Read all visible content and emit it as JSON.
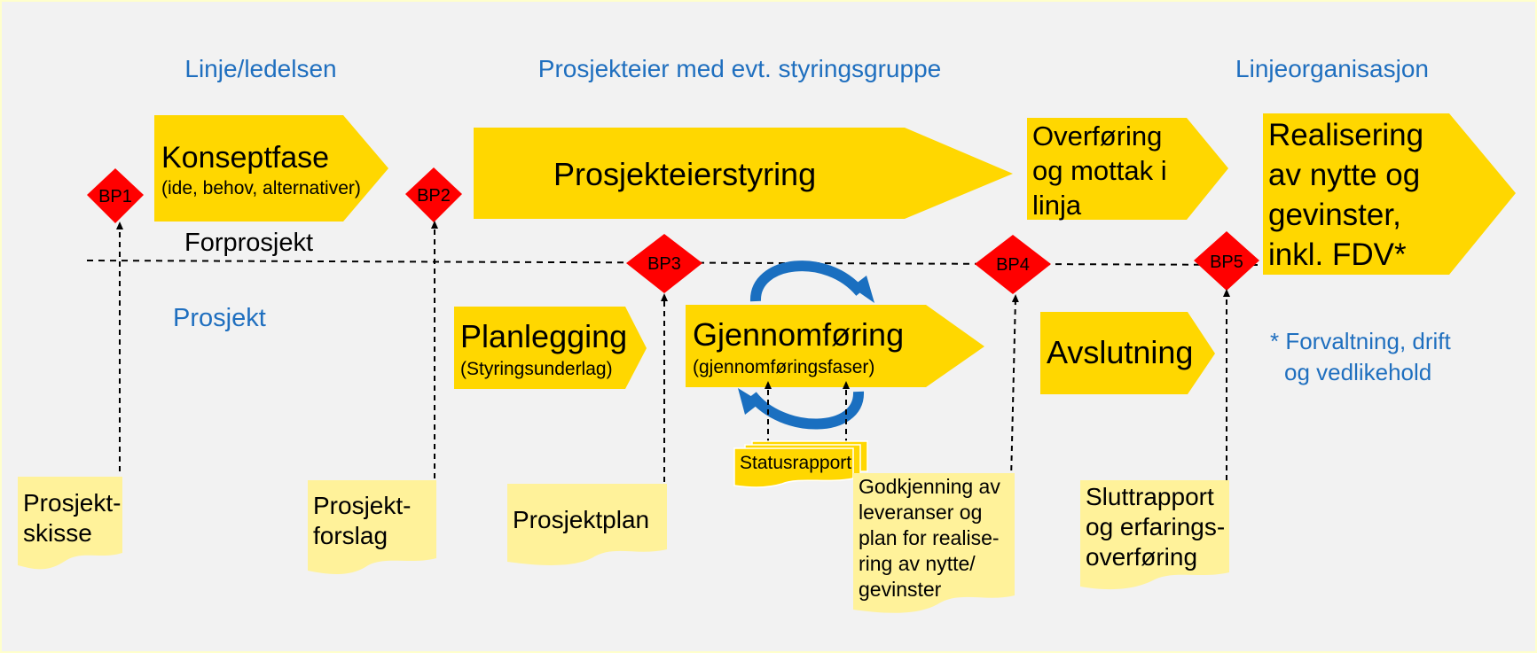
{
  "headers": {
    "line": "Linje/ledelsen",
    "owner": "Prosjekteier med evt. styringsgruppe",
    "org": "Linjeorganisasjon"
  },
  "left_labels": {
    "forprosjekt": "Forprosjekt",
    "prosjekt": "Prosjekt"
  },
  "phases": {
    "konsept": {
      "title": "Konseptfase",
      "sub": "(ide, behov, alternativer)"
    },
    "eierstyring": {
      "title": "Prosjekteierstyring"
    },
    "overforing": {
      "lines": [
        "Overføring",
        "og mottak i",
        "linja"
      ]
    },
    "realisering": {
      "lines": [
        "Realisering",
        "av nytte og",
        "gevinster,",
        "inkl. FDV*"
      ]
    },
    "planlegging": {
      "title": "Planlegging",
      "sub": "(Styringsunderlag)"
    },
    "gjennomforing": {
      "title": "Gjennomføring",
      "sub": "(gjennomføringsfaser)"
    },
    "avslutning": {
      "title": "Avslutning"
    }
  },
  "footnote": {
    "lines": [
      "* Forvaltning, drift",
      "og vedlikehold"
    ]
  },
  "decision_points": [
    "BP1",
    "BP2",
    "BP3",
    "BP4",
    "BP5"
  ],
  "documents": {
    "skisse": {
      "lines": [
        "Prosjekt-",
        "skisse"
      ]
    },
    "forslag": {
      "lines": [
        "Prosjekt-",
        "forslag"
      ]
    },
    "plan": {
      "lines": [
        "Prosjektplan"
      ]
    },
    "status": {
      "lines": [
        "Statusrapport"
      ]
    },
    "godkjenning": {
      "lines": [
        "Godkjenning av",
        "leveranser og",
        "plan for realise-",
        "ring av nytte/",
        "gevinster"
      ]
    },
    "slutt": {
      "lines": [
        "Sluttrapport",
        "og erfarings-",
        "overføring"
      ]
    }
  },
  "colors": {
    "phase_yellow": "#ffd700",
    "diamond_red": "#ff0000",
    "doc_yellow": "#fff29a",
    "status_yellow": "#ffd700",
    "header_blue": "#1f6fbf",
    "cycle_blue": "#1a6fc0",
    "background": "#f2f2f2"
  }
}
